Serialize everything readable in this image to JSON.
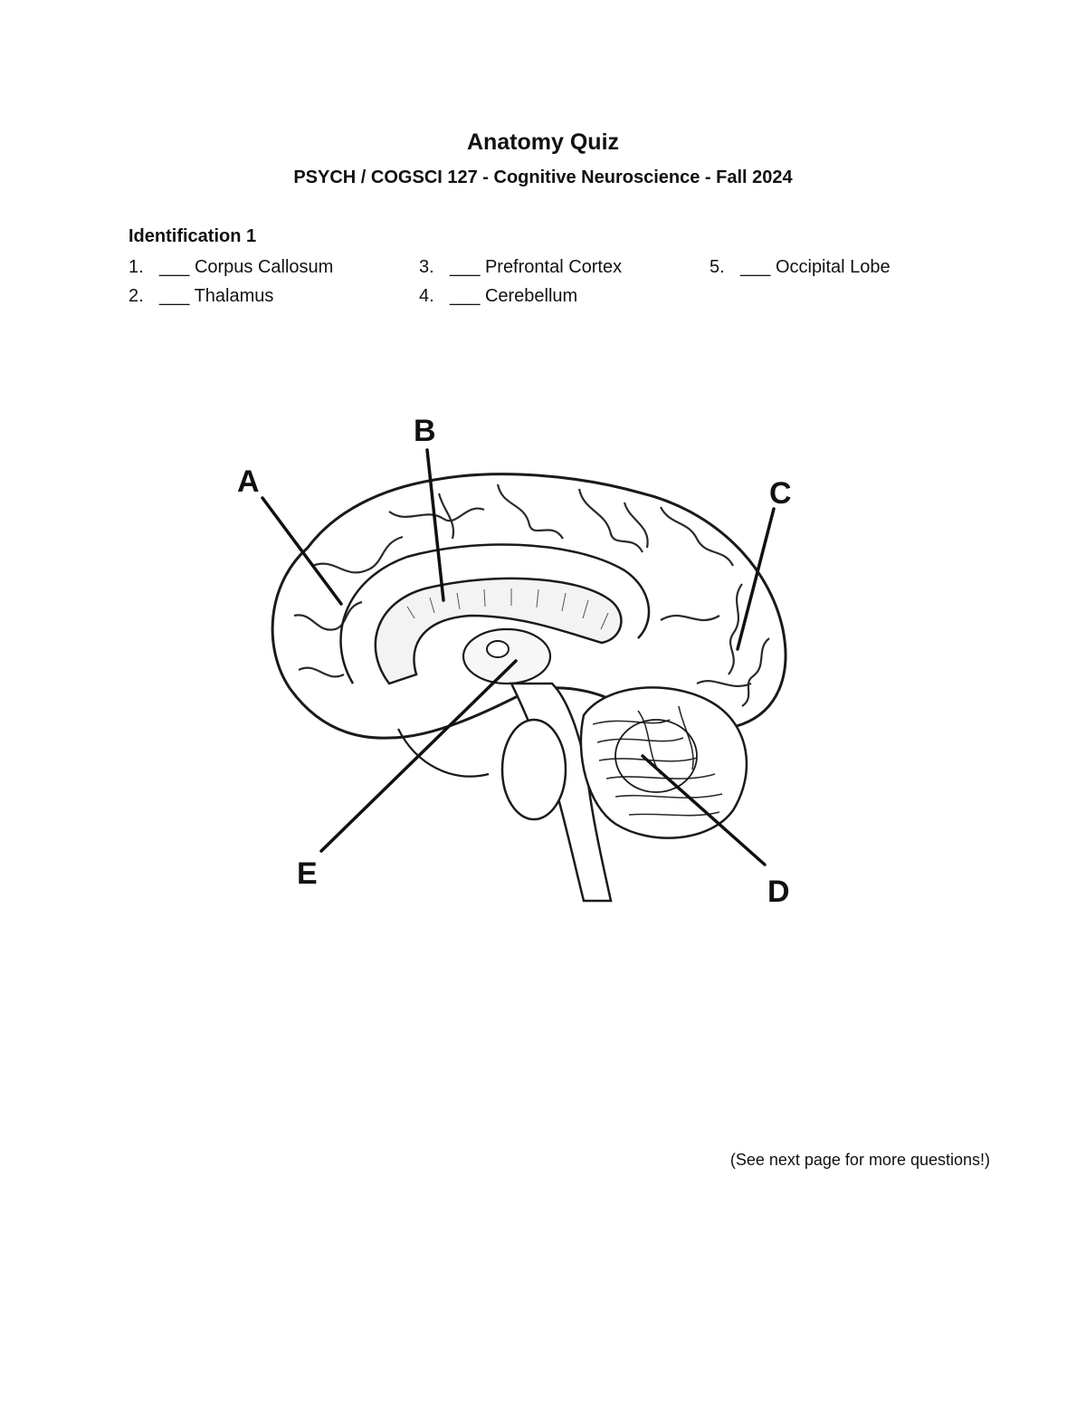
{
  "header": {
    "title": "Anatomy Quiz",
    "subtitle": "PSYCH / COGSCI 127 - Cognitive Neuroscience - Fall 2024"
  },
  "section": {
    "title": "Identification 1",
    "items": [
      {
        "number": "1.",
        "blank": "___",
        "term": "Corpus Callosum"
      },
      {
        "number": "2.",
        "blank": "___",
        "term": "Thalamus"
      },
      {
        "number": "3.",
        "blank": "___",
        "term": "Prefrontal Cortex"
      },
      {
        "number": "4.",
        "blank": "___",
        "term": "Cerebellum"
      },
      {
        "number": "5.",
        "blank": "___",
        "term": "Occipital Lobe"
      }
    ]
  },
  "diagram": {
    "labels": {
      "a": "A",
      "b": "B",
      "c": "C",
      "d": "D",
      "e": "E"
    }
  },
  "footer": {
    "note": "(See next page for more questions!)"
  }
}
